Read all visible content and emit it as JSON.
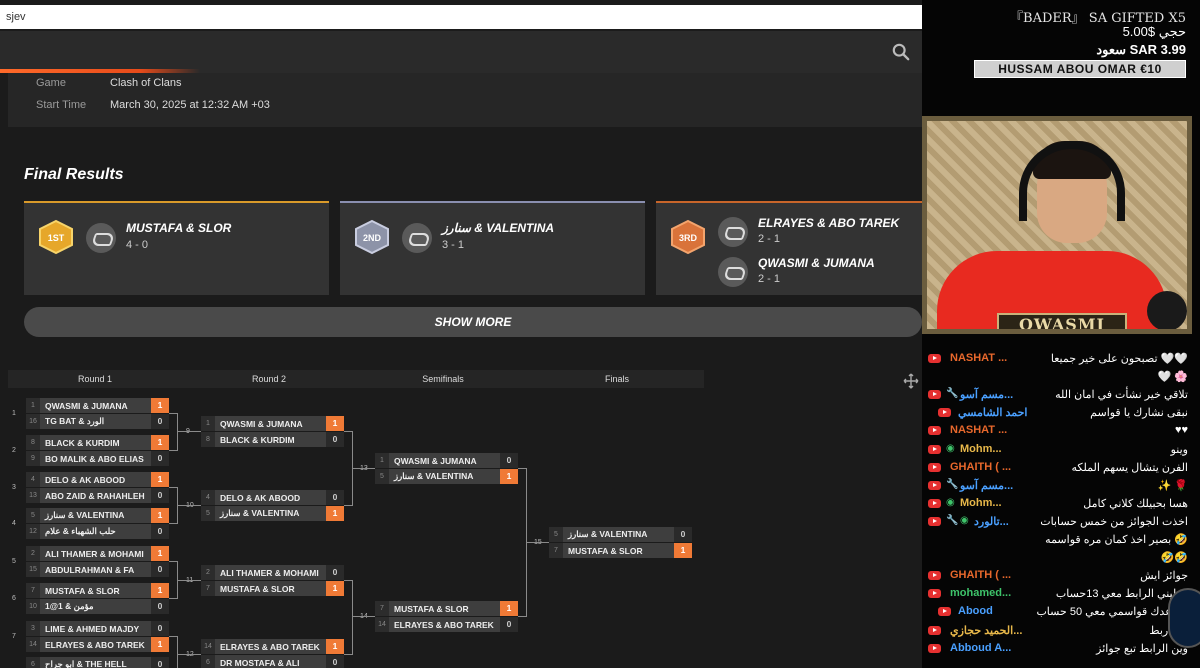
{
  "browser": {
    "url_fragment": "sjev",
    "info": {
      "game_label": "Game",
      "game_value": "Clash of Clans",
      "start_label": "Start Time",
      "start_value": "March 30, 2025 at 12:32 AM +03"
    },
    "final_results_title": "Final Results",
    "places": [
      {
        "medal": "1ST",
        "teams": [
          {
            "name": "MUSTAFA & SLOR",
            "score": "4 - 0"
          }
        ]
      },
      {
        "medal": "2ND",
        "teams": [
          {
            "name": "سنارز & VALENTINA",
            "score": "3 - 1"
          }
        ]
      },
      {
        "medal": "3RD",
        "teams": [
          {
            "name": "ELRAYES & ABO TAREK",
            "score": "2 - 1"
          },
          {
            "name": "QWASMI & JUMANA",
            "score": "2 - 1"
          }
        ]
      }
    ],
    "show_more": "SHOW MORE",
    "bracket": {
      "rounds": [
        "Round 1",
        "Round 2",
        "Semifinals",
        "Finals"
      ],
      "r1": [
        {
          "num": "1",
          "a": {
            "seed": "1",
            "name": "QWASMI & JUMANA",
            "score": "1"
          },
          "b": {
            "seed": "16",
            "name": "TG BAT & الورد",
            "score": "0"
          }
        },
        {
          "num": "2",
          "a": {
            "seed": "8",
            "name": "BLACK & KURDIM",
            "score": "1"
          },
          "b": {
            "seed": "9",
            "name": "BO MALIK & ABO ELIAS",
            "score": "0"
          }
        },
        {
          "num": "3",
          "a": {
            "seed": "4",
            "name": "DELO & AK ABOOD",
            "score": "1"
          },
          "b": {
            "seed": "13",
            "name": "ABO ZAID & RAHAHLEH",
            "score": "0"
          }
        },
        {
          "num": "4",
          "a": {
            "seed": "5",
            "name": "سنارز & VALENTINA",
            "score": "1"
          },
          "b": {
            "seed": "12",
            "name": "حلب الشهباء & علام",
            "score": "0"
          }
        },
        {
          "num": "5",
          "a": {
            "seed": "2",
            "name": "ALI THAMER & MOHAMI",
            "score": "1"
          },
          "b": {
            "seed": "15",
            "name": "ABDULRAHMAN & FA",
            "score": "0"
          }
        },
        {
          "num": "6",
          "a": {
            "seed": "7",
            "name": "MUSTAFA & SLOR",
            "score": "1"
          },
          "b": {
            "seed": "10",
            "name": "مؤمن & 1@1",
            "score": "0"
          }
        },
        {
          "num": "7",
          "a": {
            "seed": "3",
            "name": "LIME & AHMED MAJDY",
            "score": "0"
          },
          "b": {
            "seed": "14",
            "name": "ELRAYES & ABO TAREK",
            "score": "1"
          }
        },
        {
          "num": "8",
          "a": {
            "seed": "6",
            "name": "ابو جراح & THE HELL",
            "score": "0"
          },
          "b": {
            "seed": "11",
            "name": "",
            "score": ""
          }
        }
      ],
      "r2": [
        {
          "num": "9",
          "a": {
            "seed": "1",
            "name": "QWASMI & JUMANA",
            "score": "1"
          },
          "b": {
            "seed": "8",
            "name": "BLACK & KURDIM",
            "score": "0"
          }
        },
        {
          "num": "10",
          "a": {
            "seed": "4",
            "name": "DELO & AK ABOOD",
            "score": "0"
          },
          "b": {
            "seed": "5",
            "name": "سنارز & VALENTINA",
            "score": "1"
          }
        },
        {
          "num": "11",
          "a": {
            "seed": "2",
            "name": "ALI THAMER & MOHAMI",
            "score": "0"
          },
          "b": {
            "seed": "7",
            "name": "MUSTAFA & SLOR",
            "score": "1"
          }
        },
        {
          "num": "12",
          "a": {
            "seed": "14",
            "name": "ELRAYES & ABO TAREK",
            "score": "1"
          },
          "b": {
            "seed": "6",
            "name": "DR MOSTAFA & ALI",
            "score": "0"
          }
        }
      ],
      "semis": [
        {
          "num": "13",
          "a": {
            "seed": "1",
            "name": "QWASMI & JUMANA",
            "score": "0"
          },
          "b": {
            "seed": "5",
            "name": "سنارز & VALENTINA",
            "score": "1"
          }
        },
        {
          "num": "14",
          "a": {
            "seed": "7",
            "name": "MUSTAFA & SLOR",
            "score": "1"
          },
          "b": {
            "seed": "14",
            "name": "ELRAYES & ABO TAREK",
            "score": "0"
          }
        }
      ],
      "final": {
        "num": "15",
        "a": {
          "seed": "5",
          "name": "سنارز & VALENTINA",
          "score": "0"
        },
        "b": {
          "seed": "7",
          "name": "MUSTAFA & SLOR",
          "score": "1"
        }
      }
    }
  },
  "overlay": {
    "donations": [
      {
        "text": "『BADER』 SA  GIFTED X5"
      },
      {
        "text": "حجي  $5.00"
      },
      {
        "text": "سعود  SAR 3.99"
      }
    ],
    "banner": "HUSSAM ABOU OMAR  €10",
    "cam_name": "QWASMI",
    "chat": [
      {
        "name": "NASHAT ...",
        "color": "#e8682c",
        "icon": "",
        "text": "🤍🤍 تصبحون على خير جميعا"
      },
      {
        "name": "",
        "color": "#fff",
        "icon": "",
        "text": "🌸 🤍"
      },
      {
        "name": "مسم آسو...",
        "color": "#4aa0ff",
        "icon": "wrench",
        "text": "تلاقي خير نشأت في امان الله"
      },
      {
        "name": "احمد الشامسي",
        "color": "#4aa0ff",
        "icon": "yt2",
        "text": "نبقى نشارك يا قواسم"
      },
      {
        "name": "NASHAT ...",
        "color": "#e8682c",
        "icon": "",
        "text": "♥♥"
      },
      {
        "name": "Mohm...",
        "color": "#e8b84a",
        "icon": "eye",
        "text": "وينو"
      },
      {
        "name": "GHAITH ( ...",
        "color": "#e8682c",
        "icon": "",
        "text": "الفرن يتشال يسهم الملكه"
      },
      {
        "name": "مسم آسو...",
        "color": "#4aa0ff",
        "icon": "wrench",
        "text": "🌹 ✨"
      },
      {
        "name": "Mohm...",
        "color": "#e8b84a",
        "icon": "eye",
        "text": "هسا بحبيلك كلاني كامل"
      },
      {
        "name": "تالورد...",
        "color": "#4aa0ff",
        "icon": "wrench-eye",
        "text": "اخذت الجوائز من خمس حسابات"
      },
      {
        "name": "",
        "color": "#fff",
        "icon": "",
        "text": "🤣 بصير اخذ كمان مره قواسمه"
      },
      {
        "name": "",
        "color": "#fff",
        "icon": "",
        "text": "🤣🤣"
      },
      {
        "name": "GHAITH ( ...",
        "color": "#e8682c",
        "icon": "",
        "text": "جوائز ايش"
      },
      {
        "name": "mohamed...",
        "color": "#3ec36a",
        "icon": "",
        "text": "انطيني الرابط معي 13حساب"
      },
      {
        "name": "Abood",
        "color": "#4aa0ff",
        "icon": "yt2",
        "text": "بساعدك قواسمي معي 50 حساب"
      },
      {
        "name": "الحميد حجازي...",
        "color": "#e8b84a",
        "icon": "",
        "text": "وين ربط"
      },
      {
        "name": "Abboud A...",
        "color": "#4aa0ff",
        "icon": "",
        "text": "وين الرابط تبع جوائز"
      }
    ]
  }
}
